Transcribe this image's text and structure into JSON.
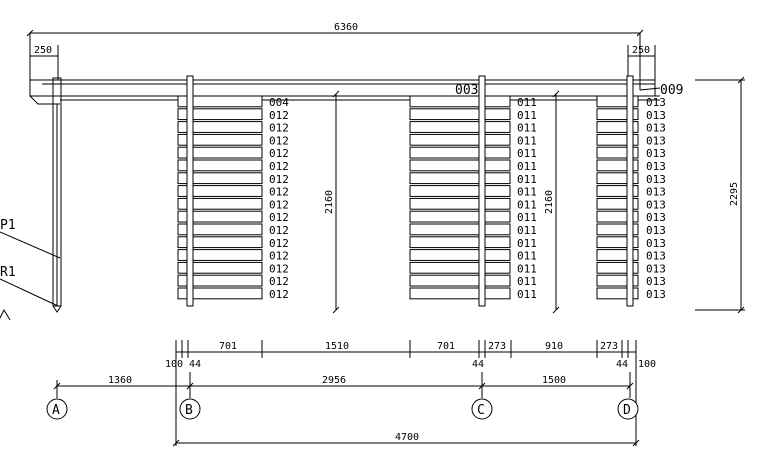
{
  "dims": {
    "overall_width": "6360",
    "overhang_left": "250",
    "overhang_right": "250",
    "height_left": "2160",
    "height_mid": "2160",
    "height_total": "2295",
    "row1": [
      "701",
      "1510",
      "701",
      "273",
      "910",
      "273"
    ],
    "row1_small": [
      "100",
      "44",
      "44",
      "44",
      "100"
    ],
    "axis_a_b": "1360",
    "axis_b_c": "2956",
    "axis_c_d": "1500",
    "total_b_d": "4700"
  },
  "labels": {
    "p1": "P1",
    "r1": "R1",
    "top_left_panel": "004",
    "mark_003": "003",
    "mark_009": "009",
    "panel_left": "012",
    "panel_mid": "011",
    "panel_right": "013"
  },
  "axes": [
    "A",
    "B",
    "C",
    "D"
  ]
}
